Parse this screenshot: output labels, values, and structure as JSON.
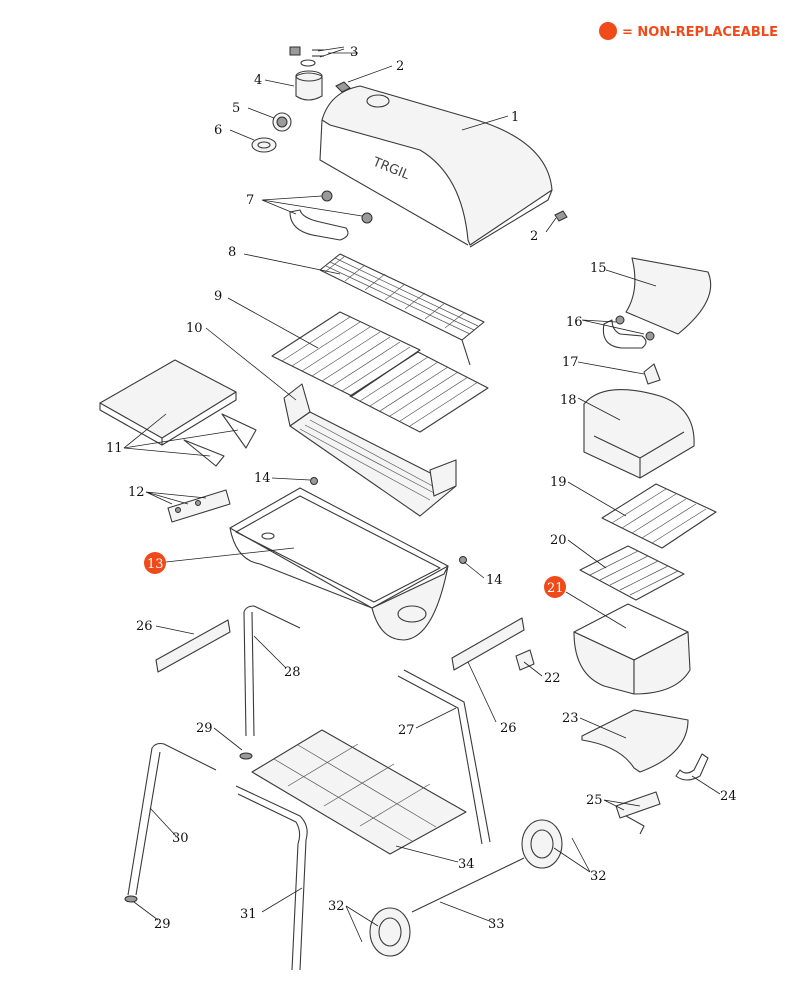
{
  "legend": {
    "label": "= NON-REPLACEABLE",
    "color": "#f04a1a"
  },
  "callouts": {
    "c1": "1",
    "c2a": "2",
    "c2b": "2",
    "c3": "3",
    "c4": "4",
    "c5": "5",
    "c6": "6",
    "c7": "7",
    "c8": "8",
    "c9": "9",
    "c10": "10",
    "c11": "11",
    "c12": "12",
    "c13": "13",
    "c14a": "14",
    "c14b": "14",
    "c15": "15",
    "c16": "16",
    "c17": "17",
    "c18": "18",
    "c19": "19",
    "c20": "20",
    "c21": "21",
    "c22": "22",
    "c23": "23",
    "c24": "24",
    "c25": "25",
    "c26a": "26",
    "c26b": "26",
    "c27": "27",
    "c28": "28",
    "c29a": "29",
    "c29b": "29",
    "c30": "30",
    "c31": "31",
    "c32a": "32",
    "c32b": "32",
    "c33": "33",
    "c34": "34"
  },
  "non_replaceable_parts": [
    "13",
    "21"
  ],
  "icons": {
    "legend_marker": "filled-circle-icon"
  }
}
